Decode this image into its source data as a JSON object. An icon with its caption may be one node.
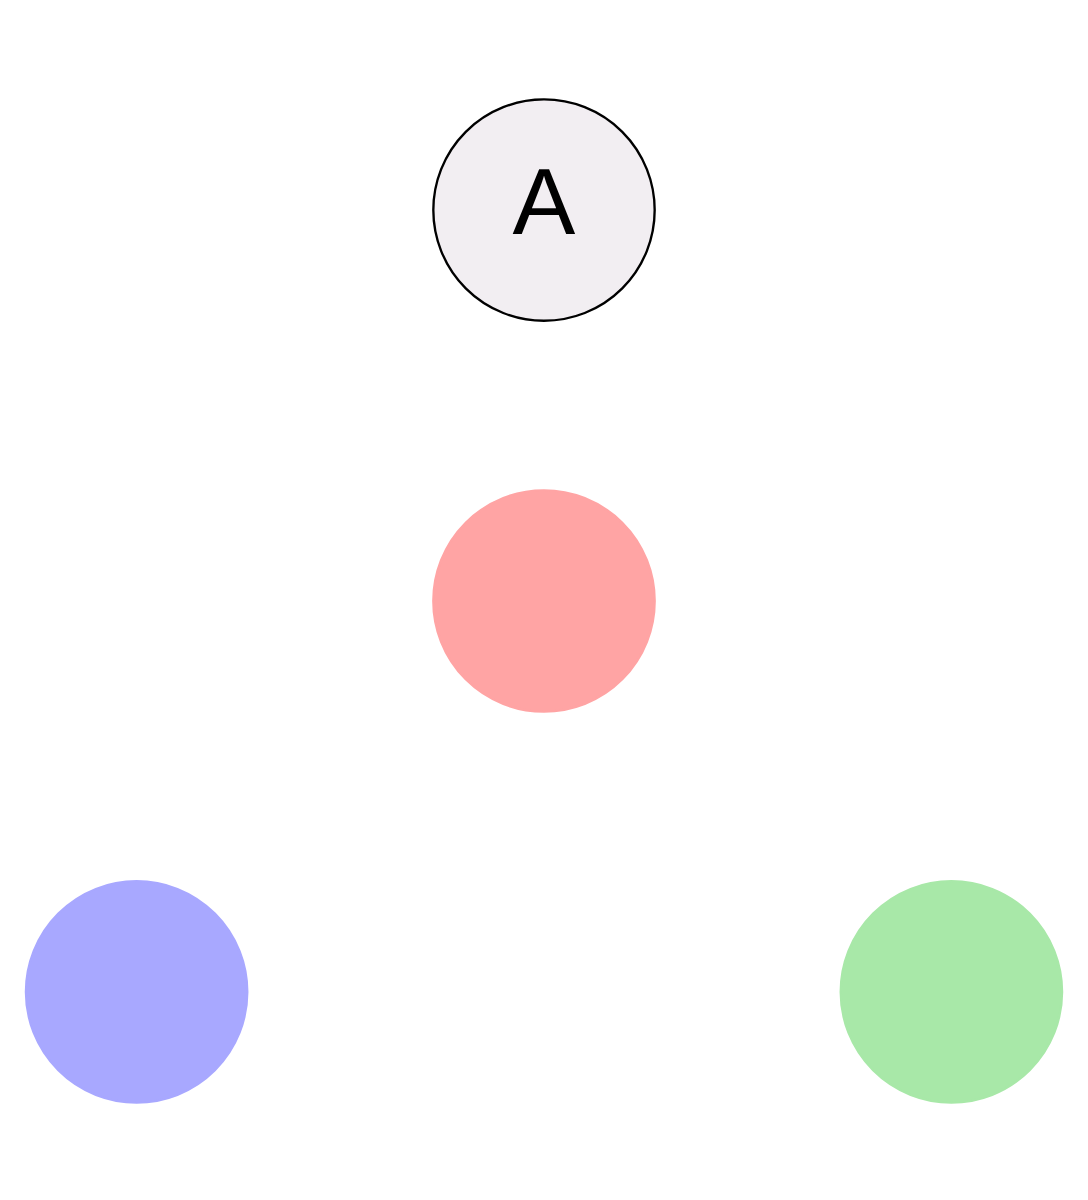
{
  "diagram": {
    "nodes": [
      {
        "text": [
          "A"
        ]
      },
      {
        "text": [],
        "shape": "circle"
      },
      {
        "text": [],
        "shape": "circle"
      },
      {
        "text": [],
        "shape": "circle"
      }
    ]
  }
}
